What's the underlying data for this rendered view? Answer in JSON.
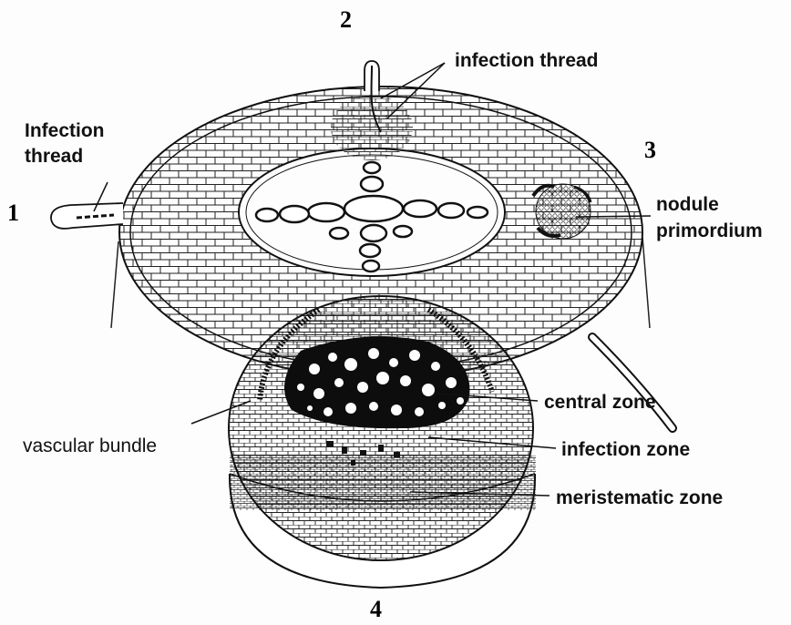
{
  "numbers": {
    "n1": "1",
    "n2": "2",
    "n3": "3",
    "n4": "4"
  },
  "labels": {
    "infection_thread_top": "infection thread",
    "infection_thread_left_line1": "Infection",
    "infection_thread_left_line2": "thread",
    "nodule_line1": "nodule",
    "nodule_line2": "primordium",
    "central_zone": "central zone",
    "vascular_bundle": "vascular bundle",
    "infection_zone": "infection zone",
    "meristematic_zone": "meristematic zone"
  },
  "colors": {
    "ink": "#111111",
    "paper": "#fdfdfd"
  }
}
